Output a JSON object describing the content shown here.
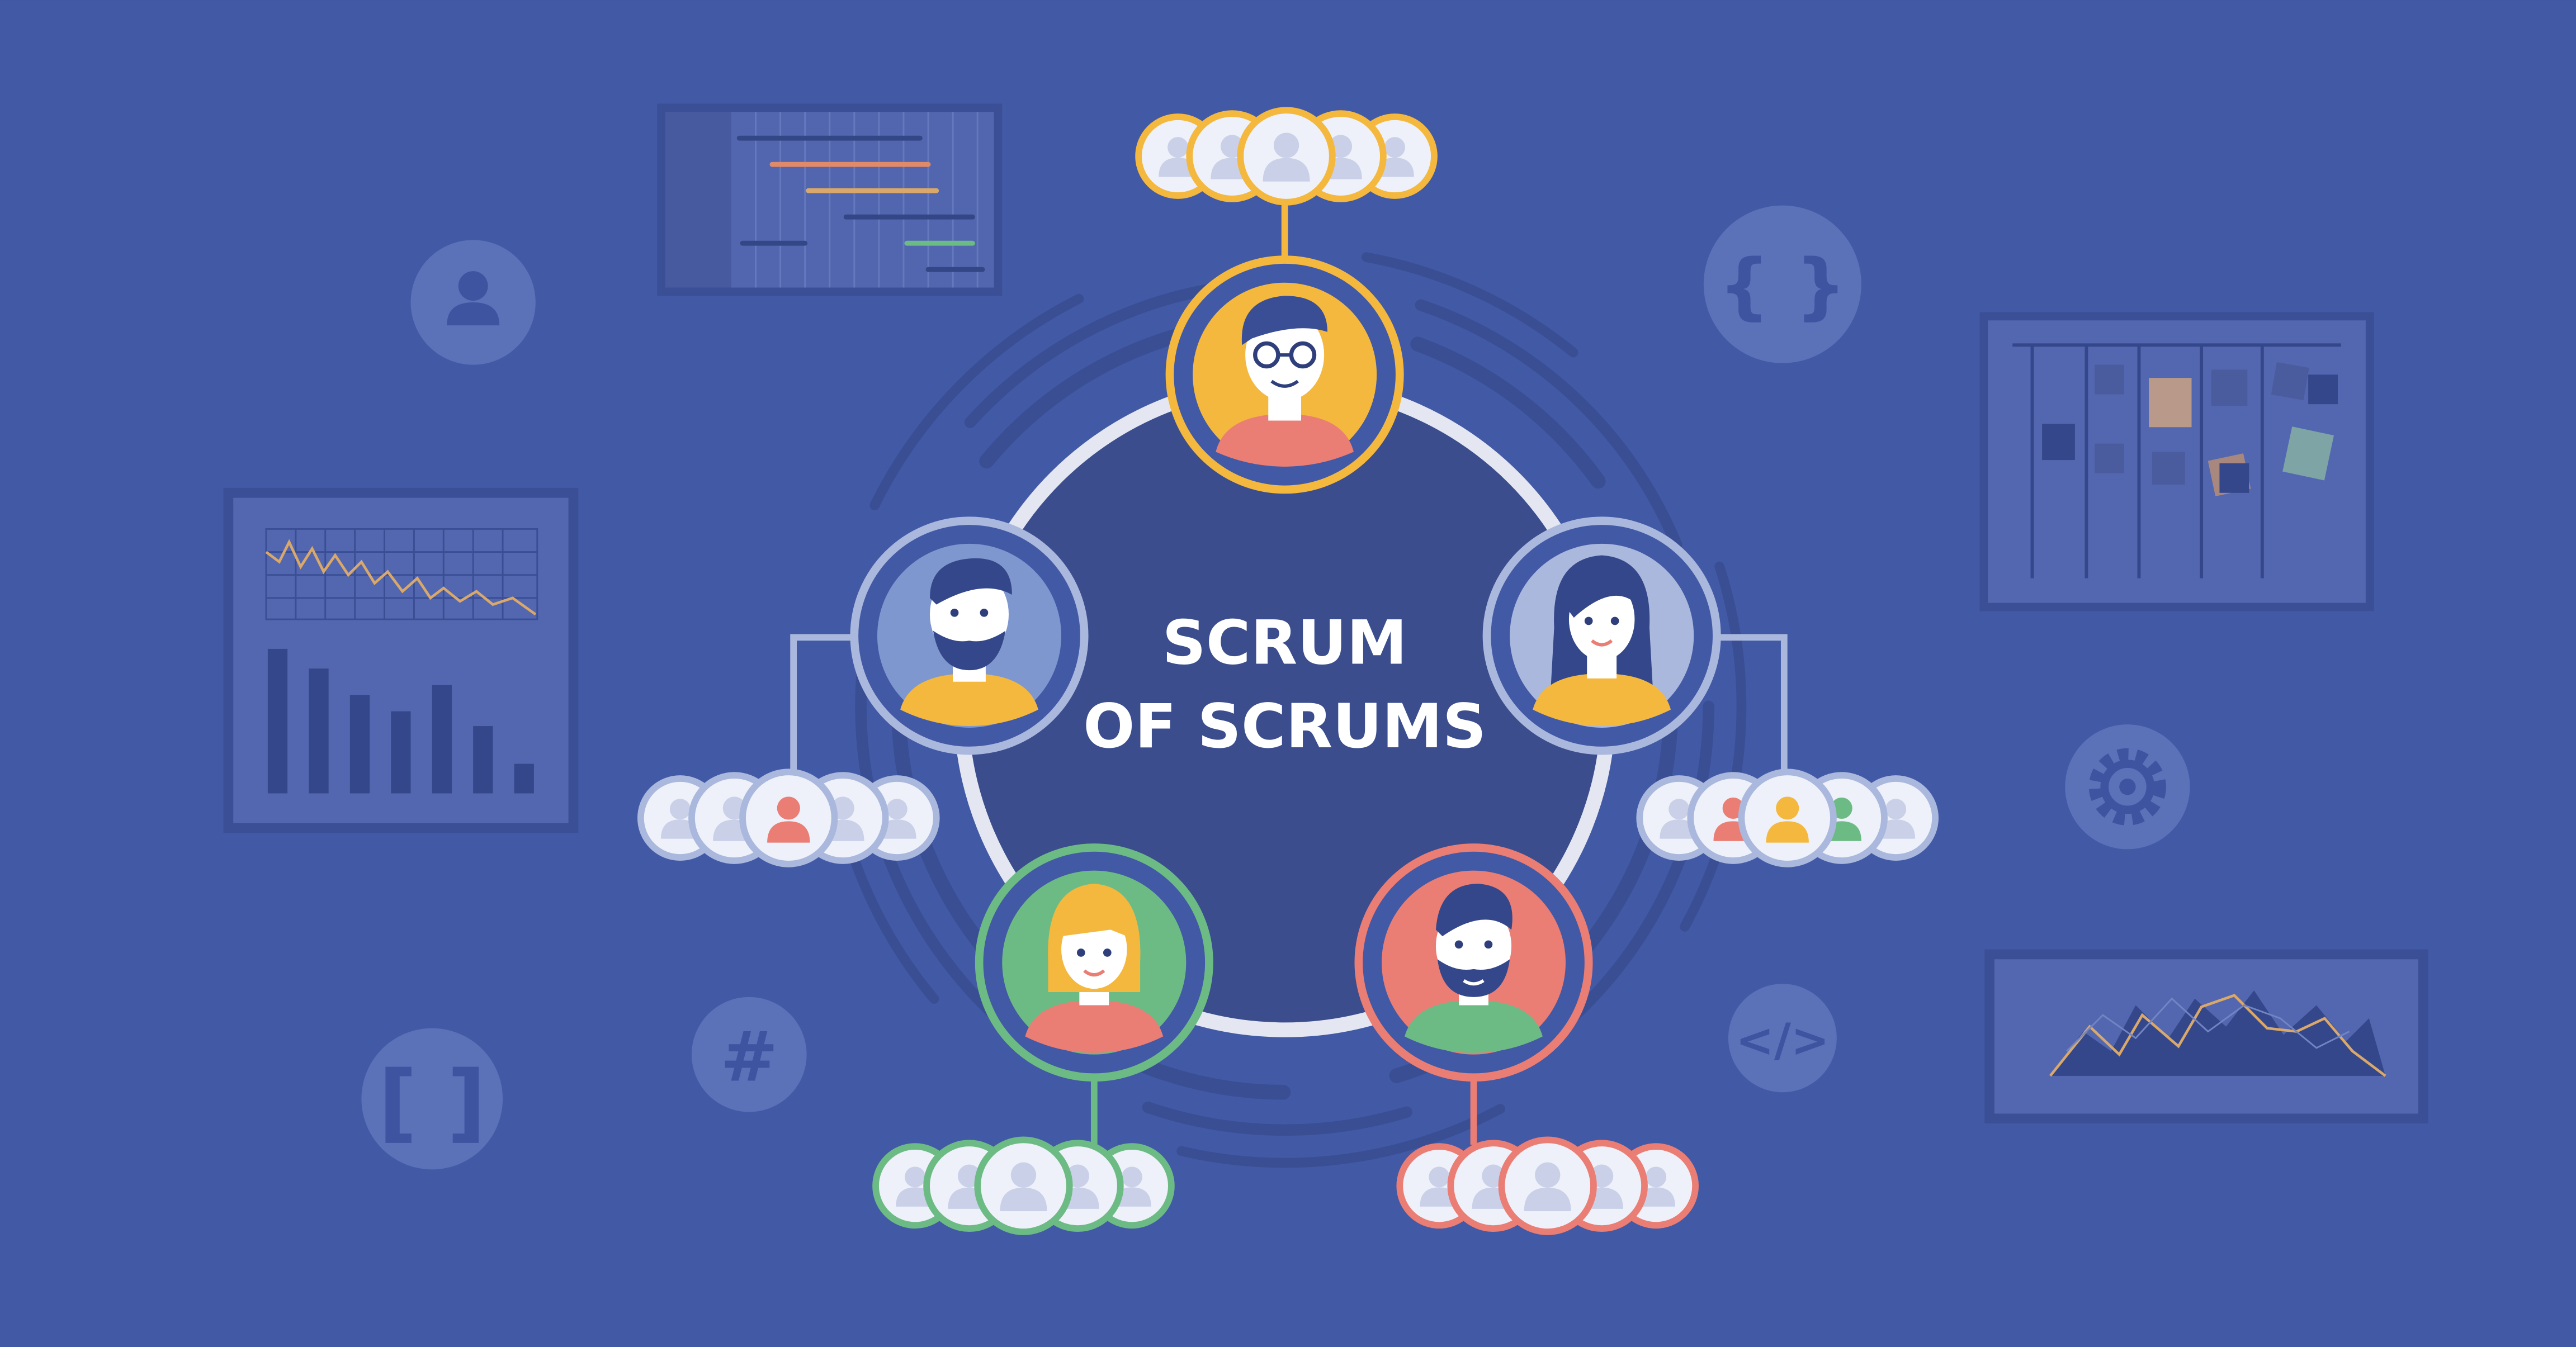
{
  "diagram": {
    "title_line_1": "SCRUM",
    "title_line_2": "OF SCRUMS",
    "glyphs": {
      "braces": "{ }",
      "brackets": "[ ]",
      "hash": "#",
      "code_tag": "</>"
    }
  },
  "colors": {
    "background": "#4259a5",
    "center_fill": "#3b4d8d",
    "ring": "#e4e7f1",
    "decor": "#5b71b8",
    "panel": "#5367b0",
    "yellow": "#f3b83d",
    "steel_blue": "#7f97cf",
    "lavender": "#aab8de",
    "green": "#6dbb84",
    "coral": "#ea7d74"
  },
  "teams": [
    {
      "position": "top",
      "member_count": 5,
      "accent": "yellow"
    },
    {
      "position": "left",
      "member_count": 5,
      "accent": "steel_blue"
    },
    {
      "position": "right",
      "member_count": 5,
      "accent": "lavender"
    },
    {
      "position": "bottom-left",
      "member_count": 5,
      "accent": "green"
    },
    {
      "position": "bottom-right",
      "member_count": 5,
      "accent": "coral"
    }
  ],
  "icons": [
    "user-icon",
    "gantt-chart-icon",
    "braces-icon",
    "kanban-board-icon",
    "dashboard-chart-icon",
    "gear-icon",
    "area-chart-icon",
    "brackets-icon",
    "hash-icon",
    "code-tag-icon"
  ]
}
